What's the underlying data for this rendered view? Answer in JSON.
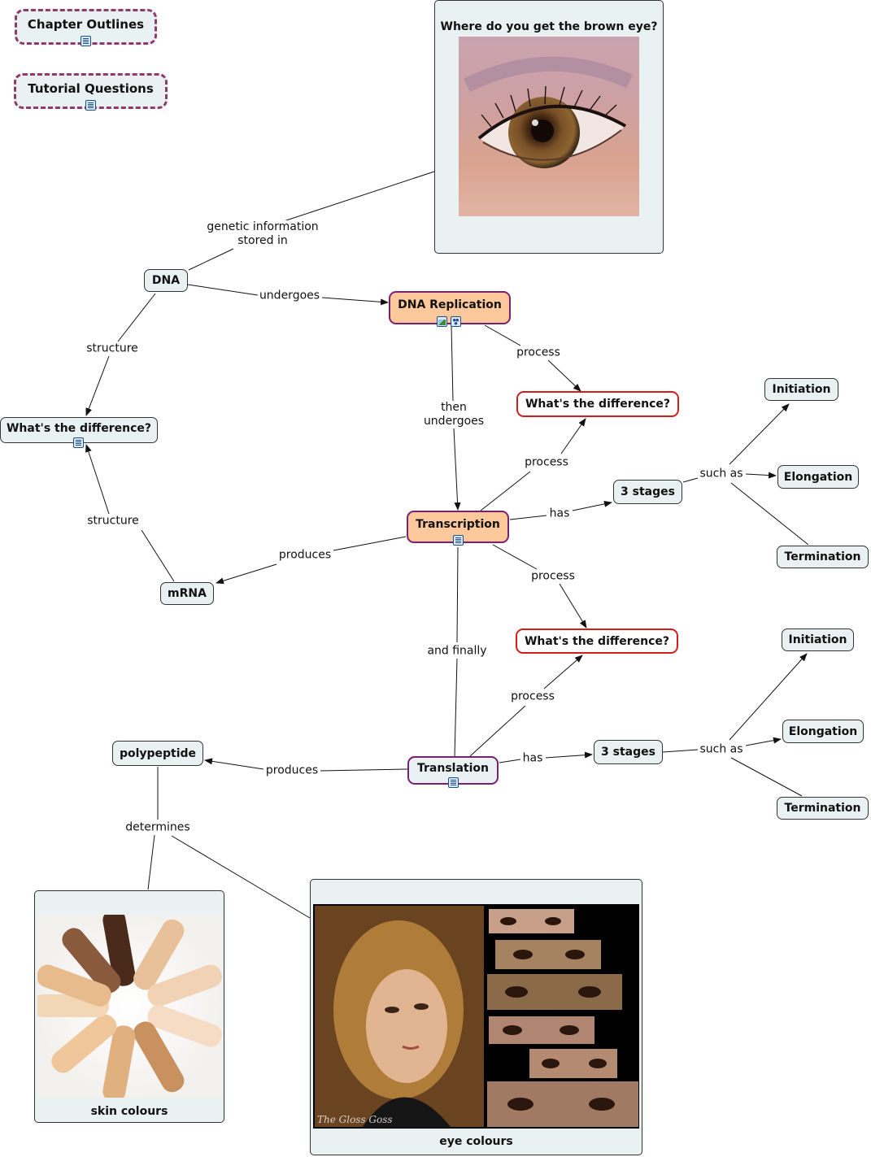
{
  "nodes": {
    "chapter_outlines": "Chapter Outlines",
    "tutorial_questions": "Tutorial Questions",
    "dna": "DNA",
    "dna_replication": "DNA Replication",
    "transcription": "Transcription",
    "translation": "Translation",
    "mrna": "mRNA",
    "polypeptide": "polypeptide",
    "whats_diff_structure": "What's the difference?",
    "whats_diff_1": "What's the difference?",
    "whats_diff_2": "What's the difference?",
    "three_stages_1": "3 stages",
    "three_stages_2": "3 stages",
    "initiation_1": "Initiation",
    "elongation_1": "Elongation",
    "termination_1": "Termination",
    "initiation_2": "Initiation",
    "elongation_2": "Elongation",
    "termination_2": "Termination"
  },
  "images": {
    "brown_eye_caption": "Where do you get the brown eye?",
    "skin_caption": "skin colours",
    "eye_colours_caption": "eye colours",
    "watermark": "The Gloss Goss"
  },
  "links": {
    "genetic_info": "genetic information\nstored in",
    "undergoes": "undergoes",
    "structure_1": "structure",
    "structure_2": "structure",
    "process_1": "process",
    "then_undergoes": "then\nundergoes",
    "process_2": "process",
    "has_1": "has",
    "such_as_1": "such as",
    "produces_1": "produces",
    "process_3": "process",
    "and_finally": "and finally",
    "process_4": "process",
    "has_2": "has",
    "such_as_2": "such as",
    "produces_2": "produces",
    "determines": "determines"
  },
  "colors": {
    "node_fill": "#eaf1f3",
    "highlight_fill": "#fdc89c",
    "purple_border": "#7a2070",
    "red_border": "#d31c1c",
    "dashed_border": "#8e3b6c"
  }
}
